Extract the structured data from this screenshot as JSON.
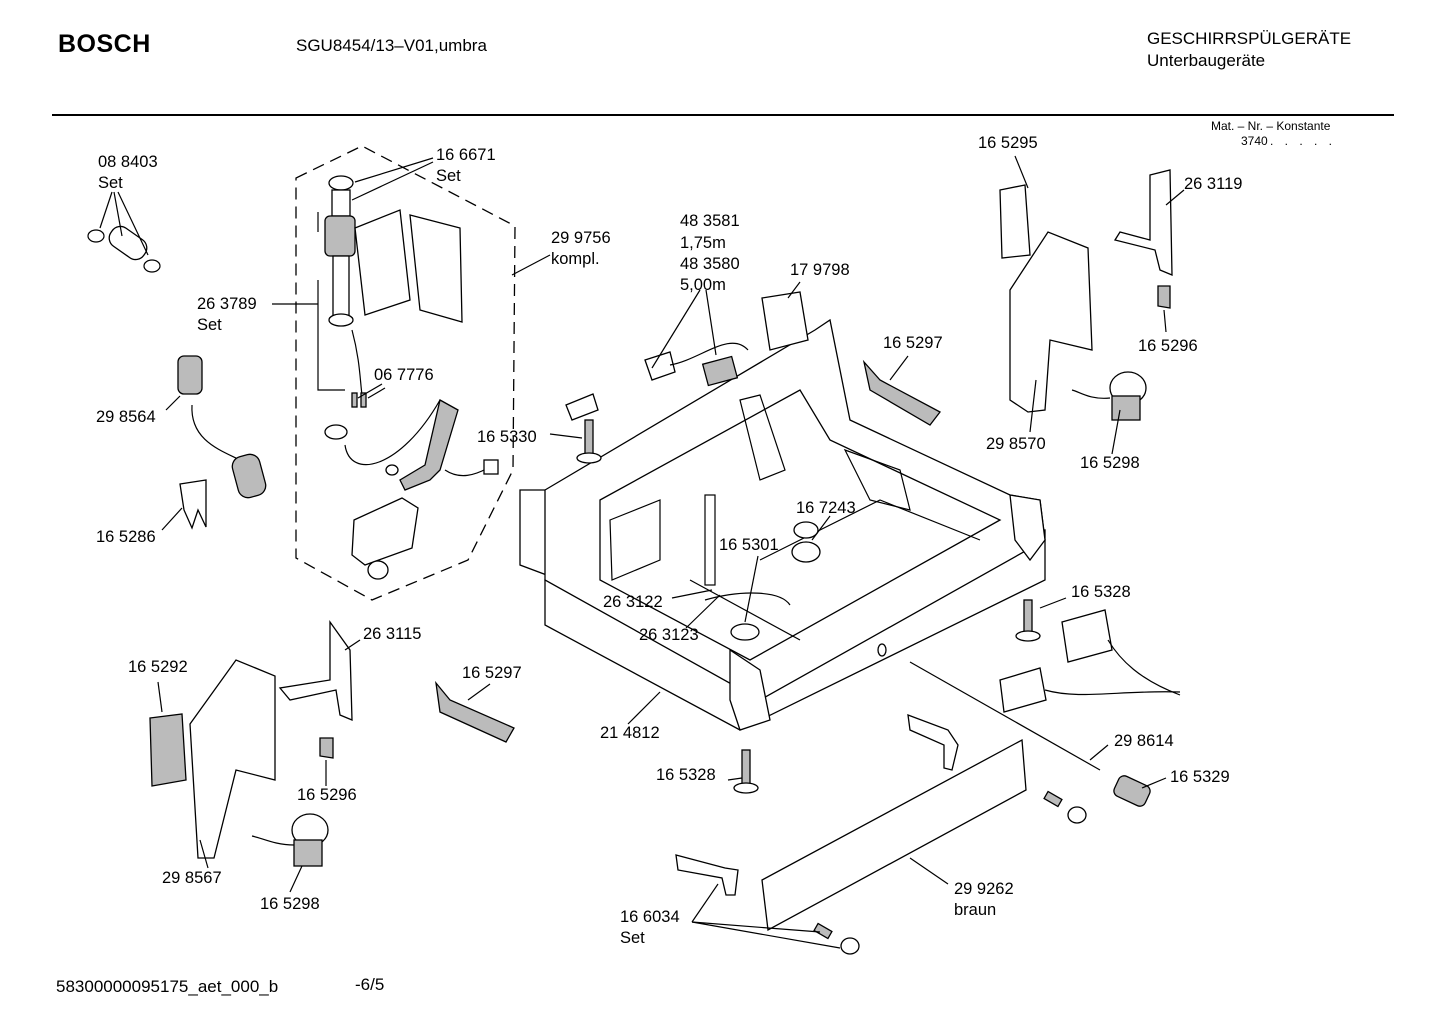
{
  "header": {
    "brand": "BOSCH",
    "model": "SGU8454/13–V01,umbra",
    "category_line1": "GESCHIRRSPÜLGERÄTE",
    "category_line2": "Unterbaugeräte",
    "mat_label": "Mat. – Nr. – Konstante",
    "mat_value": "3740",
    "mat_dots": ". . . . ."
  },
  "footer": {
    "document_code": "58300000095175_aet_000_b",
    "page": "-6/5"
  },
  "callouts": [
    {
      "id": "c-088403",
      "line1": "08 8403",
      "line2": "Set"
    },
    {
      "id": "c-166671",
      "line1": "16 6671",
      "line2": "Set"
    },
    {
      "id": "c-299756",
      "line1": "29 9756",
      "line2": "kompl."
    },
    {
      "id": "c-263789",
      "line1": "26 3789",
      "line2": "Set"
    },
    {
      "id": "c-067776",
      "line1": "06 7776",
      "line2": ""
    },
    {
      "id": "c-298564",
      "line1": "29 8564",
      "line2": ""
    },
    {
      "id": "c-165286",
      "line1": "16 5286",
      "line2": ""
    },
    {
      "id": "c-483581",
      "line1": "48 3581",
      "line2": "1,75m"
    },
    {
      "id": "c-483580",
      "line1": "48 3580",
      "line2": "5,00m"
    },
    {
      "id": "c-179798",
      "line1": "17 9798",
      "line2": ""
    },
    {
      "id": "c-165330",
      "line1": "16 5330",
      "line2": ""
    },
    {
      "id": "c-165297a",
      "line1": "16 5297",
      "line2": ""
    },
    {
      "id": "c-165295",
      "line1": "16 5295",
      "line2": ""
    },
    {
      "id": "c-263119",
      "line1": "26 3119",
      "line2": ""
    },
    {
      "id": "c-165296a",
      "line1": "16 5296",
      "line2": ""
    },
    {
      "id": "c-298570",
      "line1": "29 8570",
      "line2": ""
    },
    {
      "id": "c-165298a",
      "line1": "16 5298",
      "line2": ""
    },
    {
      "id": "c-167243",
      "line1": "16 7243",
      "line2": ""
    },
    {
      "id": "c-165301",
      "line1": "16 5301",
      "line2": ""
    },
    {
      "id": "c-263122",
      "line1": "26 3122",
      "line2": ""
    },
    {
      "id": "c-263123",
      "line1": "26 3123",
      "line2": ""
    },
    {
      "id": "c-165328a",
      "line1": "16 5328",
      "line2": ""
    },
    {
      "id": "c-263115",
      "line1": "26 3115",
      "line2": ""
    },
    {
      "id": "c-165292",
      "line1": "16 5292",
      "line2": ""
    },
    {
      "id": "c-165297b",
      "line1": "16 5297",
      "line2": ""
    },
    {
      "id": "c-165296b",
      "line1": "16 5296",
      "line2": ""
    },
    {
      "id": "c-298567",
      "line1": "29 8567",
      "line2": ""
    },
    {
      "id": "c-165298b",
      "line1": "16 5298",
      "line2": ""
    },
    {
      "id": "c-214812",
      "line1": "21 4812",
      "line2": ""
    },
    {
      "id": "c-165328b",
      "line1": "16 5328",
      "line2": ""
    },
    {
      "id": "c-298614",
      "line1": "29 8614",
      "line2": ""
    },
    {
      "id": "c-165329",
      "line1": "16 5329",
      "line2": ""
    },
    {
      "id": "c-299262",
      "line1": "29 9262",
      "line2": "braun"
    },
    {
      "id": "c-166034",
      "line1": "16 6034",
      "line2": "Set"
    }
  ]
}
